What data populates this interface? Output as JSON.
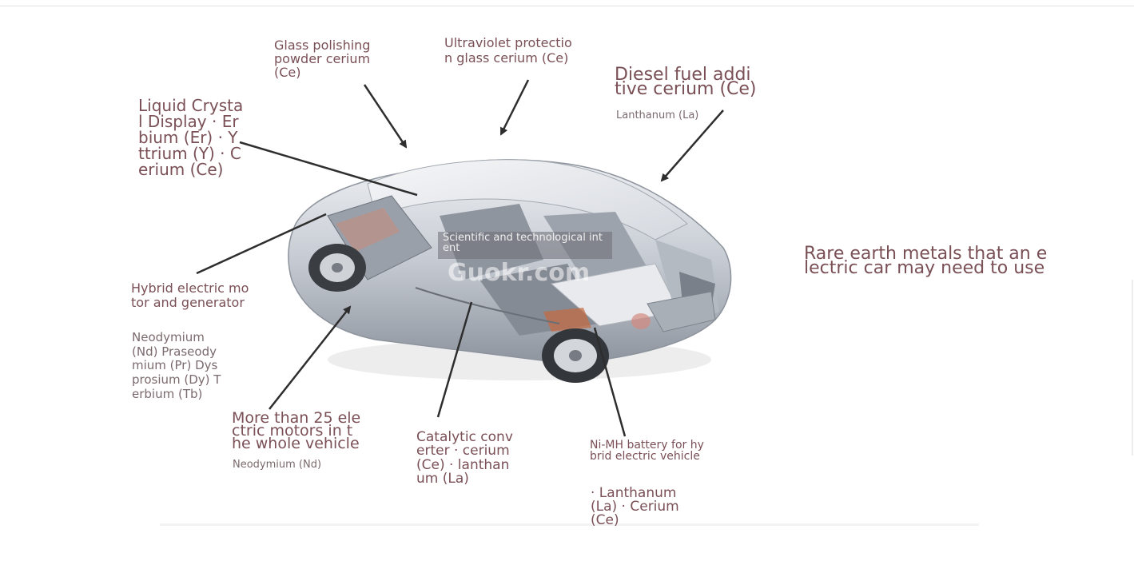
{
  "labels": {
    "lcd": {
      "title": "Liquid Crystal Display · Erbium (Er) · Yttrium (Y) · Cerium (Ce)"
    },
    "glass_polish": {
      "title": "Glass polishing powder cerium (Ce)"
    },
    "uv_glass": {
      "title": "Ultraviolet protection glass cerium (Ce)"
    },
    "diesel": {
      "title": "Diesel fuel additive cerium (Ce)",
      "sub": "Lanthanum (La)"
    },
    "hybrid_motor": {
      "title": "Hybrid electric motor and generator",
      "sub": "Neodymium (Nd) Praseodymium (Pr) Dysprosium (Dy) Terbium (Tb)"
    },
    "motors": {
      "title": "More than 25 electric motors in the whole vehicle",
      "sub": "Neodymium (Nd)"
    },
    "catalytic": {
      "title": "Catalytic converter · cerium (Ce) · lanthanum (La)"
    },
    "battery": {
      "title": "Ni-MH battery for hybrid electric vehicle",
      "sub": "· Lanthanum (La) · Cerium (Ce)"
    }
  },
  "side_title": "Rare earth metals that an electric car may need to use",
  "watermark": {
    "caption": "Scientific and technological intent",
    "brand": "Guokr.com"
  },
  "colors": {
    "label": "#7a5056",
    "sublabel": "#7b6a6d",
    "arrow": "#2e2e2e",
    "car_body": "#c9ced6"
  }
}
